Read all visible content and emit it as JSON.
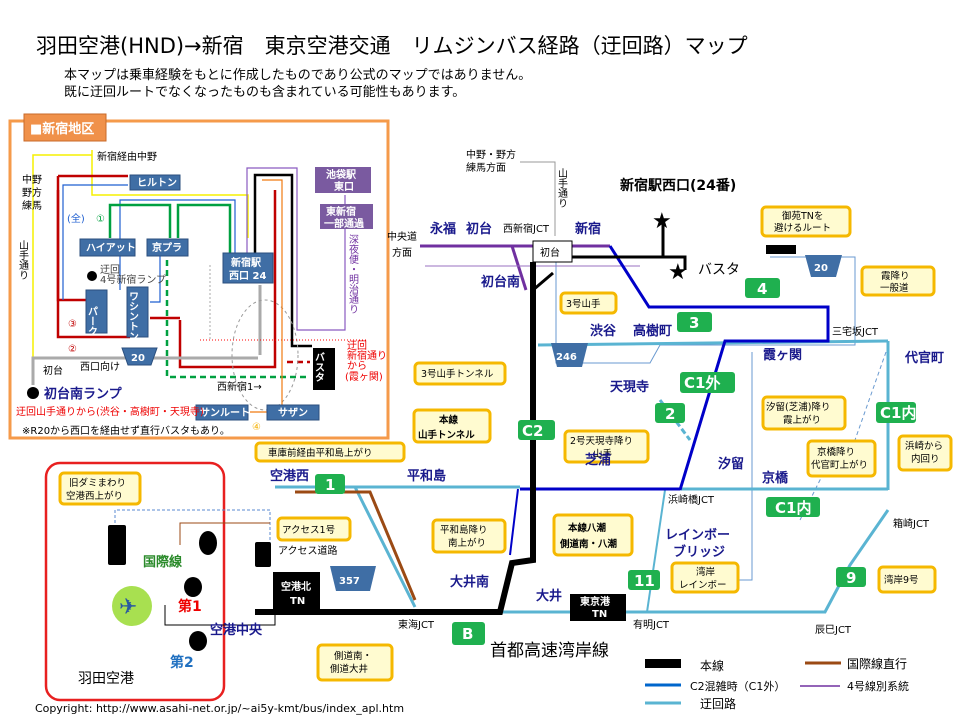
{
  "title": "羽田空港(HND)→新宿　東京空港交通　リムジンバス経路（迂回路）マップ",
  "subtitle": [
    "本マップは乗車経験をもとに作成したものであり公式のマップではありません。",
    "既に迂回ルートでなくなったものも含まれている可能性もあります。"
  ],
  "colors": {
    "main_line": "#000000",
    "c2_congestion": "#0000c8",
    "detour": "#5ab4d2",
    "international": "#9b4a14",
    "route4_other": "#7030a0",
    "badge": "#1fb04f",
    "callout_border": "#f5b800",
    "inset_border": "#f59a4a",
    "haneda_border": "#e82020"
  },
  "inset": {
    "title": "■新宿地区",
    "via_nakano": "新宿経由中野",
    "nakano": [
      "中野",
      "野方",
      "練馬"
    ],
    "yamate": "山手通り",
    "zen": "(全)",
    "n1": "①",
    "n2": "②",
    "n3": "③",
    "n4": "④",
    "hilton": "ヒルトン",
    "hyatt": "ハイアット",
    "keipla": "京プラ",
    "west_exit": [
      "新宿駅",
      "西口 24"
    ],
    "ikebukuro": [
      "池袋駅",
      "東口"
    ],
    "higashi": [
      "東新宿",
      "一部通過"
    ],
    "shinya": "深夜便・明治通り",
    "detour_ramp": [
      "迂回",
      "4号新宿ランプ"
    ],
    "park": "パーク",
    "washington": "ワシントン",
    "r20": "20",
    "hatsudai": "初台",
    "nishiguchi_muke": "西口向け",
    "basuta": "バスタ",
    "detour_shinjuku": [
      "迂回",
      "新宿通り",
      "から",
      "(霞ヶ関)"
    ],
    "nishishinjuku1": "西新宿1→",
    "hatsudai_minami_ramp": "初台南ランプ",
    "detour_yamate": "迂回山手通りから(渋谷・高樹町・天現寺)",
    "sunroute": "サンルート",
    "southern": "サザン",
    "note": "※R20から西口を経由せず直行バスタもあり。"
  },
  "map": {
    "nakano_dir": [
      "中野・野方",
      "練馬方面"
    ],
    "yamate": "山手通り",
    "shinjuku_west": "新宿駅西口(24番)",
    "chuo": [
      "中央道",
      "方面"
    ],
    "eifuku": "永福",
    "hatsudai": "初台",
    "nishishinjuku_jct": "西新宿JCT",
    "shinjuku": "新宿",
    "hatsudai_box": "初台",
    "hatsudai_minami": "初台南",
    "basuta": "バスタ",
    "gyoen": [
      "御苑TNを",
      "避けるルート"
    ],
    "kasumi_down": [
      "霞降り",
      "一般道"
    ],
    "r20": "20",
    "r246": "246",
    "r357": "357",
    "no3_yamate": "3号山手",
    "shibuya": "渋谷",
    "takagicho": "高樹町",
    "miyakezaka": "三宅坂JCT",
    "kasumigaseki": "霞ヶ関",
    "daikancho": "代官町",
    "no3_tunnel": "3号山手トンネル",
    "tengenji": "天現寺",
    "no2": [
      "2号天現寺降り",
      "山手"
    ],
    "shiodome_cb": [
      "汐留(芝浦)降り",
      "霞上がり"
    ],
    "kyobashi_cb": [
      "京橋降り",
      "代官町上がり"
    ],
    "hamazaki_cb": [
      "浜崎から",
      "内回り"
    ],
    "main_tunnel": [
      "本線",
      "山手トンネル"
    ],
    "shako": "車庫前経由平和島上がり",
    "shibaura": "芝浦",
    "shiodome": "汐留",
    "kyobashi": "京橋",
    "kuko_nishi": "空港西",
    "heiwajima": "平和島",
    "hamazakibashi": "浜崎橋JCT",
    "hakozaki": "箱崎JCT",
    "old_dummy": [
      "旧ダミまわり",
      "空港西上がり"
    ],
    "access1": "アクセス1号",
    "access_road": "アクセス道路",
    "heiwajima_cb": [
      "平和島降り",
      "南上がり"
    ],
    "yashio_cb": [
      "本線八潮",
      "側道南・八潮"
    ],
    "rainbow": [
      "レインボー",
      "ブリッジ"
    ],
    "wangan_rainbow": [
      "湾岸",
      "レインボー"
    ],
    "wangan9": "湾岸9号",
    "kokusai": "国際線",
    "dai1": "第1",
    "dai2": "第2",
    "kuko_chuo": "空港中央",
    "kuko_kita": [
      "空港北",
      "TN"
    ],
    "oi_minami": "大井南",
    "oi": "大井",
    "tokyoko": [
      "東京港",
      "TN"
    ],
    "tokai": "東海JCT",
    "ariake": "有明JCT",
    "tatsumi": "辰巳JCT",
    "sokudo": [
      "側道南・",
      "側道大井"
    ],
    "wangan_line": "首都高速湾岸線",
    "haneda": "羽田空港"
  },
  "badges": {
    "b4": "4",
    "b3": "3",
    "c1out": "C1外",
    "b2": "2",
    "c1in": "C1内",
    "c2": "C2",
    "b1": "1",
    "c1in2": "C1内",
    "b11": "11",
    "b9": "9",
    "bB": "B"
  },
  "legend": {
    "main": "本線",
    "c2": "C2混雑時（C1外）",
    "detour": "迂回路",
    "intl": "国際線直行",
    "r4": "4号線別系統"
  },
  "copyright": "Copyright:  http://www.asahi-net.or.jp/~ai5y-kmt/bus/index_apl.htm"
}
